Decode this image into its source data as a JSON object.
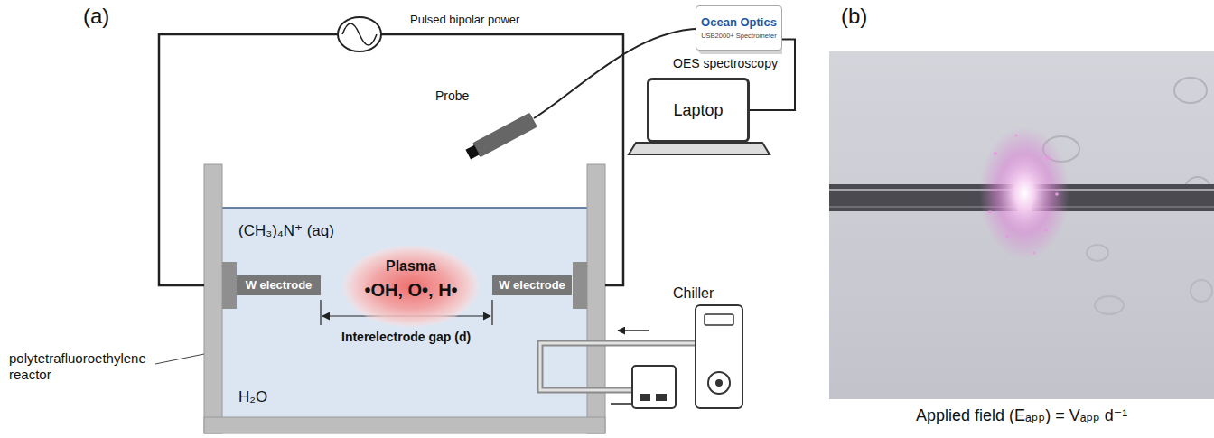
{
  "diagram": {
    "nodes": [
      {
        "text": [
          "(CH₃)₄N⁺ (aq)",
          "H₂O"
        ]
      },
      {
        "text": [
          "W electrode"
        ],
        "in": 0
      },
      {
        "text": [
          "Plasma",
          "•OH, O•, H•"
        ],
        "in": 0
      },
      {
        "text": [
          "W electrode"
        ],
        "in": 0
      },
      {
        "text": [
          "Ocean Optics",
          "USB2000+ Spectrometer"
        ]
      },
      {
        "text": [
          "Laptop"
        ]
      }
    ],
    "edges": [
      {
        "from": 4,
        "to": 5,
        "arrow": "none"
      }
    ],
    "labels": [
      "(a)",
      "(b)",
      "Pulsed bipolar power",
      "Probe",
      "OES spectroscopy",
      "Interelectrode gap (d)",
      "Chiller",
      "polytetrafluoroethylene reactor",
      "Applied field (Eₐₚₚ) = Vₐₚₚ d⁻¹"
    ]
  }
}
